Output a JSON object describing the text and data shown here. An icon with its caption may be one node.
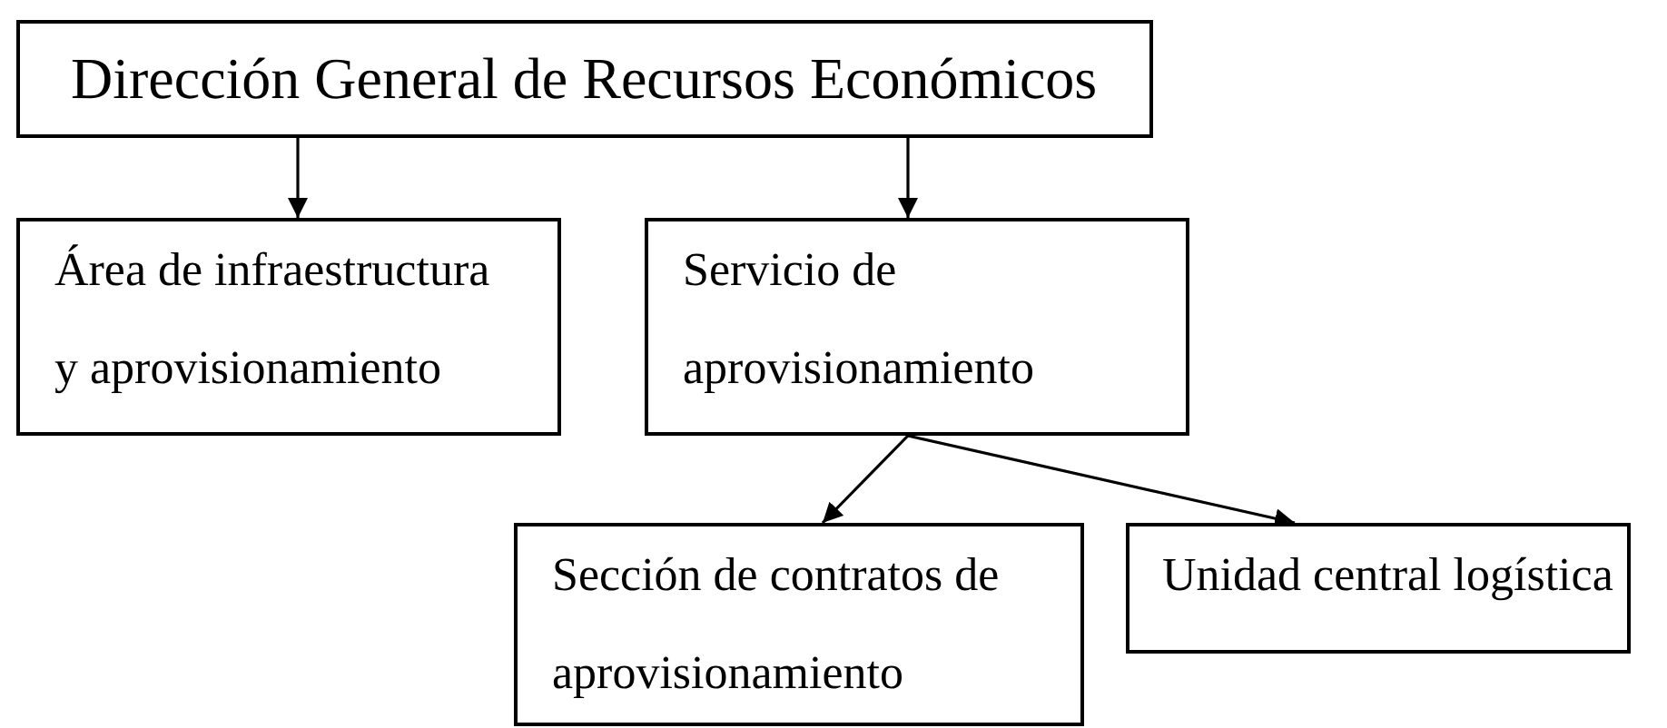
{
  "diagram": {
    "nodes": [
      {
        "text": [
          "Dirección General de Recursos Económicos"
        ]
      },
      {
        "text": [
          "Área de infraestructura y aprovisionamiento"
        ]
      },
      {
        "text": [
          "Servicio de aprovisionamiento"
        ]
      },
      {
        "text": [
          "Sección de contratos de aprovisionamiento"
        ]
      },
      {
        "text": [
          "Unidad central logística"
        ]
      }
    ],
    "edges": [
      {
        "from": 0,
        "to": 1,
        "arrow": "to"
      },
      {
        "from": 0,
        "to": 2,
        "arrow": "to"
      },
      {
        "from": 2,
        "to": 3,
        "arrow": "to"
      },
      {
        "from": 2,
        "to": 4,
        "arrow": "to"
      }
    ]
  }
}
